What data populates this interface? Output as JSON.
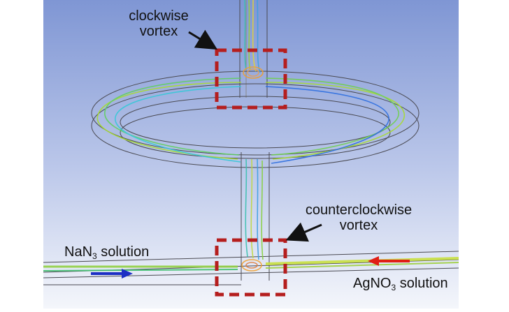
{
  "labels": {
    "top_vortex_line1": "clockwise",
    "top_vortex_line2": "vortex",
    "bottom_vortex_line1": "counterclockwise",
    "bottom_vortex_line2": "vortex",
    "left_inlet_prefix": "NaN",
    "left_inlet_sub": "3",
    "left_inlet_suffix": " solution",
    "right_inlet_prefix": "AgNO",
    "right_inlet_sub": "3",
    "right_inlet_suffix": " solution"
  },
  "colors": {
    "background_top": "#7f96d4",
    "background_bottom": "#f4f6fb",
    "highlight_box": "#b51e1e",
    "left_arrow": "#1c2fc4",
    "right_arrow": "#e01e16",
    "callout_arrow": "#111111"
  }
}
